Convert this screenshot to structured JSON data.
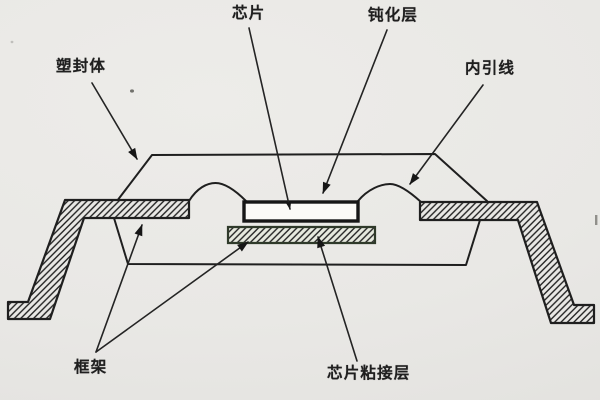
{
  "labels": {
    "mold_body": "塑封体",
    "chip": "芯片",
    "passivation_layer": "钝化层",
    "inner_lead": "内引线",
    "frame": "框架",
    "die_attach_layer": "芯片粘接层"
  },
  "colors": {
    "paper": "#e9e8e5",
    "ink": "#1f1f1f",
    "chip_fill": "#fbfaf7",
    "die_attach_tint": "#e7eadf"
  }
}
